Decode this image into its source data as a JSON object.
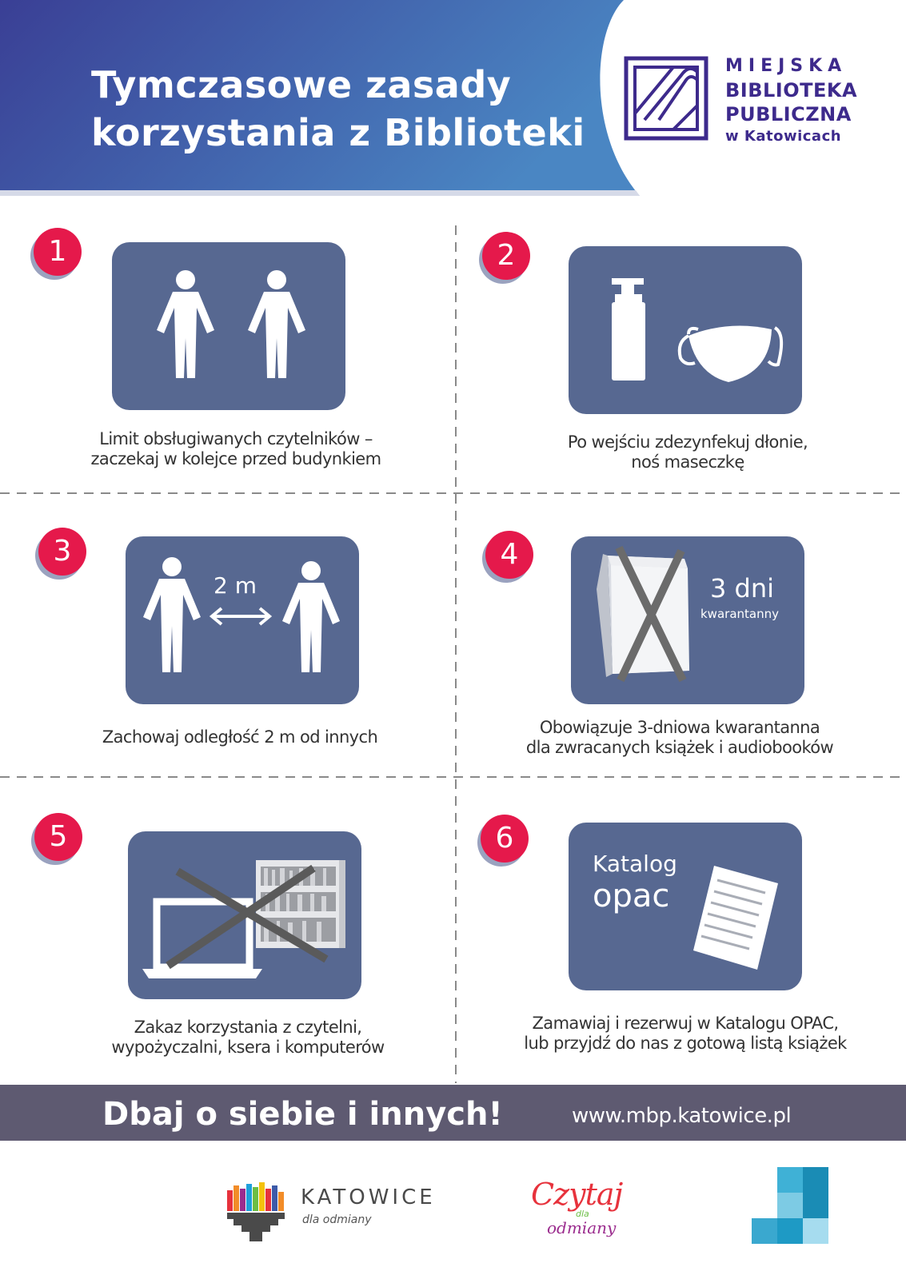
{
  "header": {
    "title_line1": "Tymczasowe zasady",
    "title_line2": "korzystania z Biblioteki",
    "gradient_start": "#3a3f95",
    "gradient_end": "#4a86c3"
  },
  "logo": {
    "line1": "MIEJSKA",
    "line2": "BIBLIOTEKA",
    "line3": "PUBLICZNA",
    "line4": "w Katowicach",
    "color": "#3d2a8c",
    "icon": "book-corner-icon"
  },
  "rules": [
    {
      "number": "1",
      "icon": "two-people-icon",
      "caption_line1": "Limit obsługiwanych czytelników –",
      "caption_line2": "zaczekaj w kolejce przed budynkiem"
    },
    {
      "number": "2",
      "icon": "sanitizer-and-mask-icon",
      "caption_line1": "Po wejściu zdezynfekuj dłonie,",
      "caption_line2": "noś maseczkę"
    },
    {
      "number": "3",
      "icon": "distance-icon",
      "card_label": "2 m",
      "caption_line1": "Zachowaj odległość 2 m od innych"
    },
    {
      "number": "4",
      "icon": "crossed-book-icon",
      "card_label_big": "3 dni",
      "card_label_small": "kwarantanny",
      "caption_line1": "Obowiązuje 3-dniowa kwarantanna",
      "caption_line2": "dla zwracanych książek i audiobooków"
    },
    {
      "number": "5",
      "icon": "crossed-laptop-and-shelf-icon",
      "caption_line1": "Zakaz korzystania z czytelni,",
      "caption_line2": "wypożyczalni, ksera i komputerów"
    },
    {
      "number": "6",
      "icon": "catalog-document-icon",
      "card_label_line1": "Katalog",
      "card_label_line2": "opac",
      "caption_line1": "Zamawiaj i rezerwuj w Katalogu OPAC,",
      "caption_line2": "lub przyjdź do nas z gotową listą książek"
    }
  ],
  "colors": {
    "badge": "#e5194b",
    "card": "#576891",
    "footer_bar": "#5e5a71"
  },
  "footer": {
    "slogan": "Dbaj o siebie i innych!",
    "url": "www.mbp.katowice.pl"
  },
  "partners": {
    "katowice_name": "KATOWICE",
    "katowice_tagline": "dla odmiany",
    "czytaj_line1": "Czytaj",
    "czytaj_line2": "dla",
    "czytaj_line3": "odmiany"
  }
}
